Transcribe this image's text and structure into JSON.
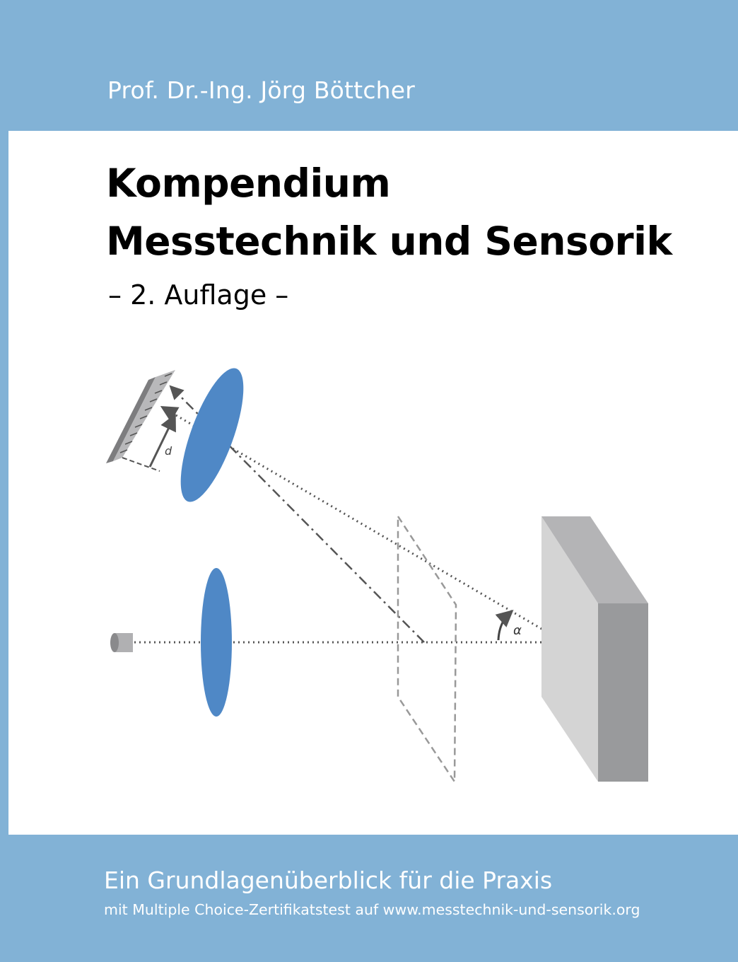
{
  "cover": {
    "author": "Prof. Dr.-Ing. Jörg Böttcher",
    "title_line1": "Kompendium",
    "title_line2": "Messtechnik und Sensorik",
    "edition": "– 2. Auflage –",
    "tagline": "Ein Grundlagenüberblick für die Praxis",
    "subline": "mit Multiple Choice-Zertifikatstest auf www.messtechnik-und-sensorik.org"
  },
  "diagram": {
    "label_distance": "d",
    "label_angle": "α"
  },
  "colors": {
    "band": "#82b2d6",
    "lens": "#4f88c6",
    "gray_light": "#d4d4d4",
    "gray_mid": "#b4b4b6",
    "gray_dark": "#999a9c"
  }
}
